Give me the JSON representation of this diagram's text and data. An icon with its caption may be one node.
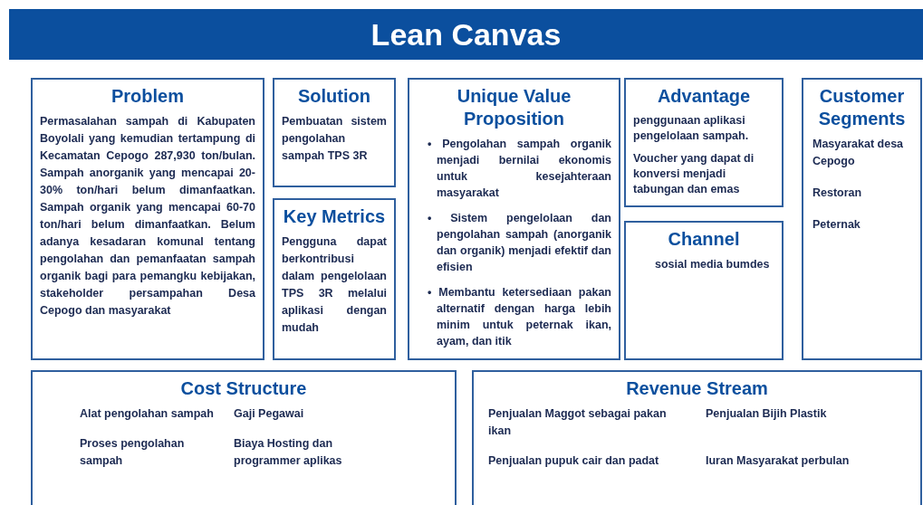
{
  "diagram": {
    "title": "Lean Canvas",
    "nodes": [
      {
        "text": [
          "Problem",
          "Permasalahan sampah di Kabupaten Boyolali yang kemudian tertampung di Kecamatan Cepogo 287,930 ton/bulan. Sampah anorganik yang mencapai 20-30% ton/hari belum dimanfaatkan. Sampah organik yang mencapai 60-70 ton/hari belum dimanfaatkan. Belum adanya kesadaran komunal tentang pengolahan dan pemanfaatan sampah organik bagi para pemangku kebijakan, stakeholder persampahan Desa Cepogo dan masyarakat"
        ]
      },
      {
        "text": [
          "Solution",
          "Pembuatan sistem pengolahan sampah TPS 3R"
        ]
      },
      {
        "text": [
          "Key Metrics",
          "Pengguna dapat berkontribusi dalam pengelolaan TPS 3R melalui aplikasi dengan mudah"
        ]
      },
      {
        "text": [
          "Unique Value Proposition",
          "• Pengolahan sampah organik menjadi bernilai ekonomis untuk kesejahteraan masyarakat",
          "• Sistem pengelolaan dan pengolahan sampah (anorganik dan organik) menjadi efektif dan efisien",
          "• Membantu ketersediaan pakan alternatif dengan harga lebih minim untuk peternak ikan, ayam, dan itik"
        ]
      },
      {
        "text": [
          "Advantage",
          "penggunaan aplikasi pengelolaan sampah.",
          "Voucher yang dapat di konversi menjadi tabungan dan emas"
        ]
      },
      {
        "text": [
          "Channel",
          "sosial media bumdes"
        ]
      },
      {
        "text": [
          "Customer Segments",
          "Masyarakat desa Cepogo",
          "Restoran",
          "Peternak"
        ]
      },
      {
        "text": [
          "Cost Structure",
          "Alat pengolahan sampah",
          "Proses pengolahan sampah",
          "Gaji Pegawai",
          "Biaya Hosting dan programmer aplikas"
        ]
      },
      {
        "text": [
          "Revenue Stream",
          "Penjualan Maggot sebagai pakan ikan",
          "Penjualan pupuk cair dan padat",
          "Penjualan Bijih Plastik",
          "Iuran Masyarakat perbulan"
        ]
      }
    ]
  }
}
